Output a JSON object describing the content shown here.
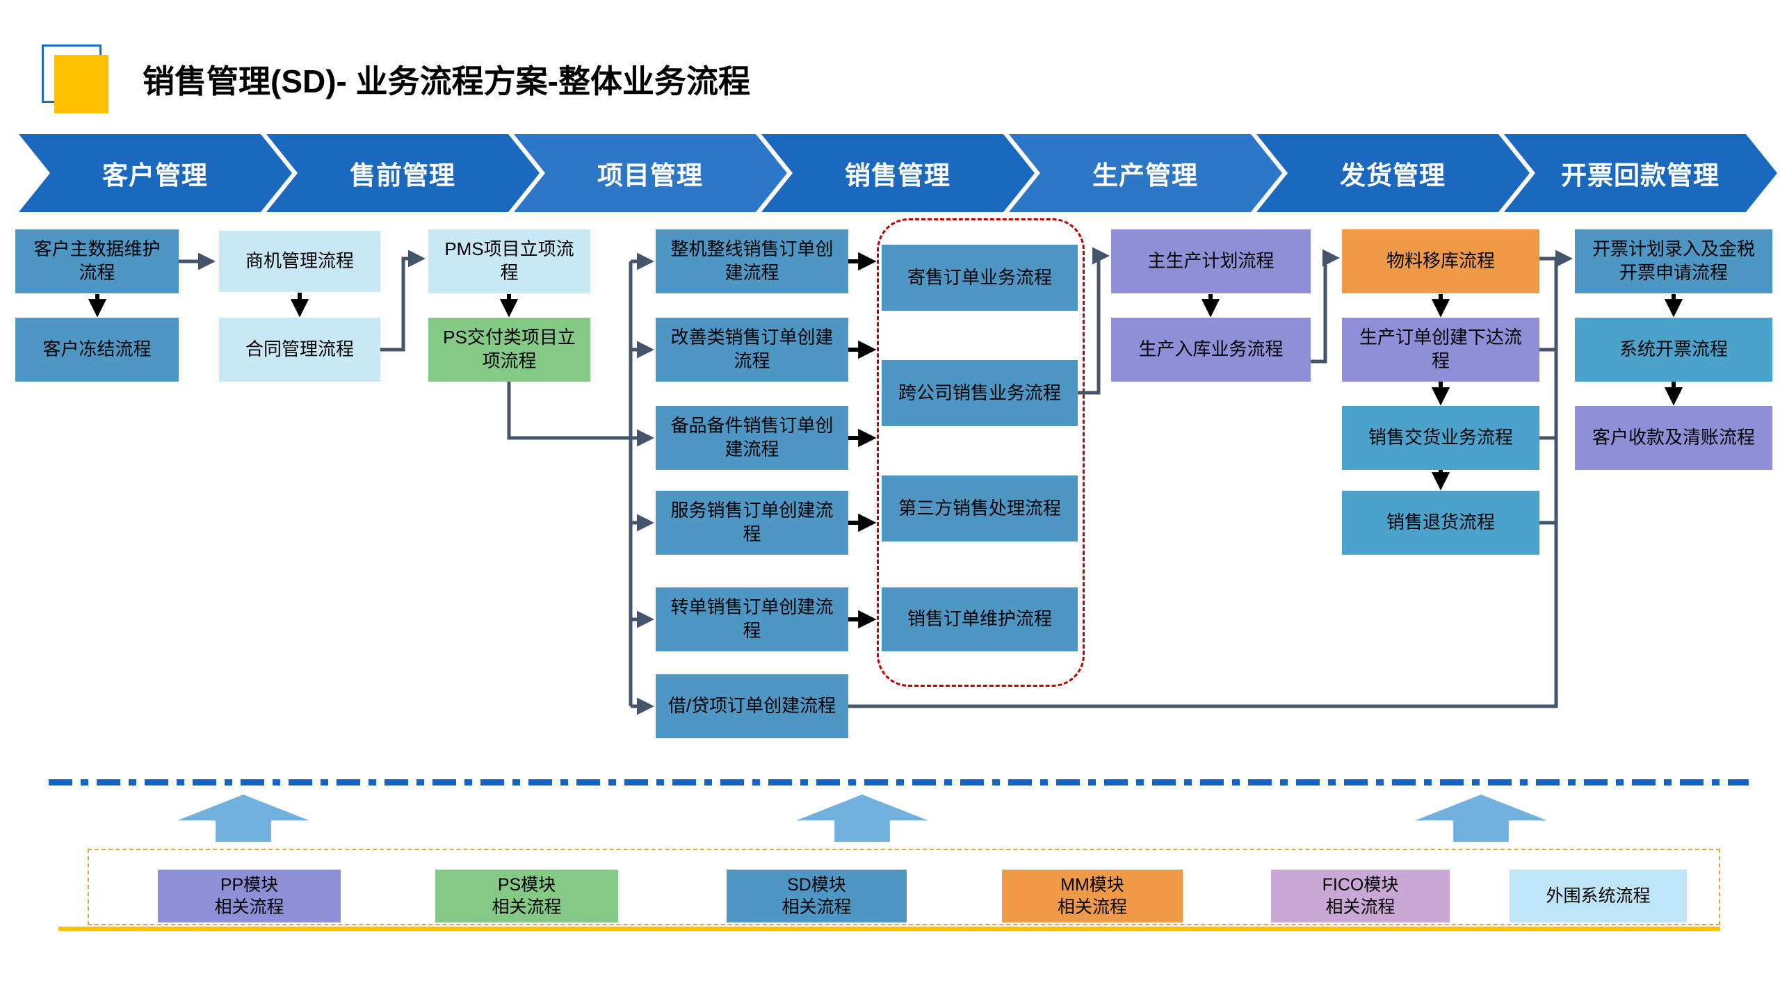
{
  "page": {
    "title": "销售管理(SD)- 业务流程方案-整体业务流程"
  },
  "colors": {
    "chevron_dark": "#1B69BE",
    "chevron_light": "#2C77C8",
    "sd_blue": "#4E96C3",
    "sd_cyan": "#4BA3CC",
    "pale_blue": "#C9E8F6",
    "green": "#84C985",
    "purple": "#8F8FD8",
    "orange": "#F09A47",
    "lavender": "#C9A8D6",
    "peripheral_blue": "#BEE5F8",
    "slate": "#44546A",
    "black": "#000000",
    "red_dash": "#C00000",
    "divider_blue": "#1565C0",
    "legend_border": "#DFA33B",
    "block_arrow": "#72B1DE",
    "accent_yellow": "#FFC000",
    "outline_square": "#1E6CB8"
  },
  "stages": [
    {
      "label": "客户管理",
      "color": "#1B69BE"
    },
    {
      "label": "售前管理",
      "color": "#1B69BE"
    },
    {
      "label": "项目管理",
      "color": "#2C77C8"
    },
    {
      "label": "销售管理",
      "color": "#1B69BE"
    },
    {
      "label": "生产管理",
      "color": "#2C77C8"
    },
    {
      "label": "发货管理",
      "color": "#1B69BE"
    },
    {
      "label": "开票回款管理",
      "color": "#1B69BE"
    }
  ],
  "nodes": {
    "customer_master": {
      "label": "客户主数据维护流程",
      "color": "#4E96C3"
    },
    "customer_freeze": {
      "label": "客户冻结流程",
      "color": "#4E96C3"
    },
    "opportunity": {
      "label": "商机管理流程",
      "color": "#C9E8F6"
    },
    "contract": {
      "label": "合同管理流程",
      "color": "#C9E8F6"
    },
    "pms_project": {
      "label": "PMS项目立项流程",
      "color": "#C9E8F6"
    },
    "ps_delivery_project": {
      "label": "PS交付类项目立项流程",
      "color": "#84C985"
    },
    "machine_line_order": {
      "label": "整机整线销售订单创建流程",
      "color": "#4E96C3"
    },
    "improvement_order": {
      "label": "改善类销售订单创建流程",
      "color": "#4E96C3"
    },
    "spare_parts_order": {
      "label": "备品备件销售订单创建流程",
      "color": "#4E96C3"
    },
    "service_order": {
      "label": "服务销售订单创建流程",
      "color": "#4E96C3"
    },
    "transfer_order": {
      "label": "转单销售订单创建流程",
      "color": "#4E96C3"
    },
    "debit_credit_order": {
      "label": "借/贷项订单创建流程",
      "color": "#4E96C3"
    },
    "consignment_order": {
      "label": "寄售订单业务流程",
      "color": "#4E96C3"
    },
    "intercompany_sales": {
      "label": "跨公司销售业务流程",
      "color": "#4E96C3"
    },
    "third_party_sales": {
      "label": "第三方销售处理流程",
      "color": "#4E96C3"
    },
    "order_maintenance": {
      "label": "销售订单维护流程",
      "color": "#4E96C3"
    },
    "master_plan": {
      "label": "主生产计划流程",
      "color": "#8F8FD8"
    },
    "production_inbound": {
      "label": "生产入库业务流程",
      "color": "#8F8FD8"
    },
    "material_transfer": {
      "label": "物料移库流程",
      "color": "#F09A47"
    },
    "production_order_release": {
      "label": "生产订单创建下达流程",
      "color": "#8F8FD8"
    },
    "sales_delivery": {
      "label": "销售交货业务流程",
      "color": "#4BA3CC"
    },
    "sales_return": {
      "label": "销售退货流程",
      "color": "#4BA3CC"
    },
    "billing_plan": {
      "label": "开票计划录入及金税开票申请流程",
      "color": "#4E96C3"
    },
    "system_billing": {
      "label": "系统开票流程",
      "color": "#4BA3CC"
    },
    "customer_payment": {
      "label": "客户收款及清账流程",
      "color": "#8F8FD8"
    }
  },
  "legend": {
    "items": [
      {
        "label": "PP模块\n相关流程",
        "color": "#8F8FD8"
      },
      {
        "label": "PS模块\n相关流程",
        "color": "#84C985"
      },
      {
        "label": "SD模块\n相关流程",
        "color": "#4E96C3"
      },
      {
        "label": "MM模块\n相关流程",
        "color": "#F09A47"
      },
      {
        "label": "FICO模块\n相关流程",
        "color": "#C9A8D6"
      },
      {
        "label": "外围系统流程",
        "color": "#BEE5F8"
      }
    ]
  }
}
